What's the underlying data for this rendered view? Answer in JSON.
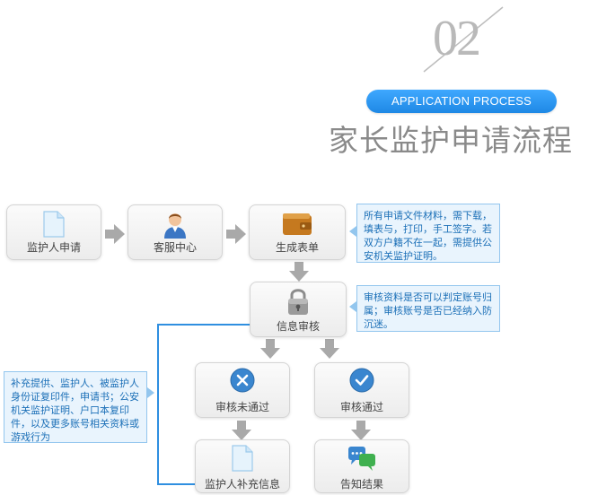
{
  "header": {
    "number": "02",
    "badge": "APPLICATION PROCESS",
    "title": "家长监护申请流程"
  },
  "steps": {
    "apply": {
      "label": "监护人申请",
      "icon": "document-icon"
    },
    "service": {
      "label": "客服中心",
      "icon": "customer-service-avatar-icon"
    },
    "form": {
      "label": "生成表单",
      "icon": "wallet-icon"
    },
    "review": {
      "label": "信息审核",
      "icon": "lock-icon"
    },
    "rejected": {
      "label": "审核未通过",
      "icon": "x-circle-icon"
    },
    "approved": {
      "label": "审核通过",
      "icon": "check-circle-icon"
    },
    "supplement": {
      "label": "监护人补充信息",
      "icon": "document-icon"
    },
    "notify": {
      "label": "告知结果",
      "icon": "chat-bubbles-icon"
    }
  },
  "notes": {
    "form_note": "所有申请文件材料，需下载，填表与，打印，手工签字。若双方户籍不在一起，需提供公安机关监护证明。",
    "review_note": "审核资料是否可以判定账号归属；审核账号是否已经纳入防沉迷。",
    "supplement_note": "补充提供、监护人、被监护人身份证复印件，申请书；公安机关监护证明、户口本复印件，以及更多账号相关资料或游戏行为"
  },
  "colors": {
    "accent": "#1e88e5",
    "note_text": "#1b6fb7",
    "arrow": "#a9a9a9",
    "connector": "#2f8fe0"
  }
}
